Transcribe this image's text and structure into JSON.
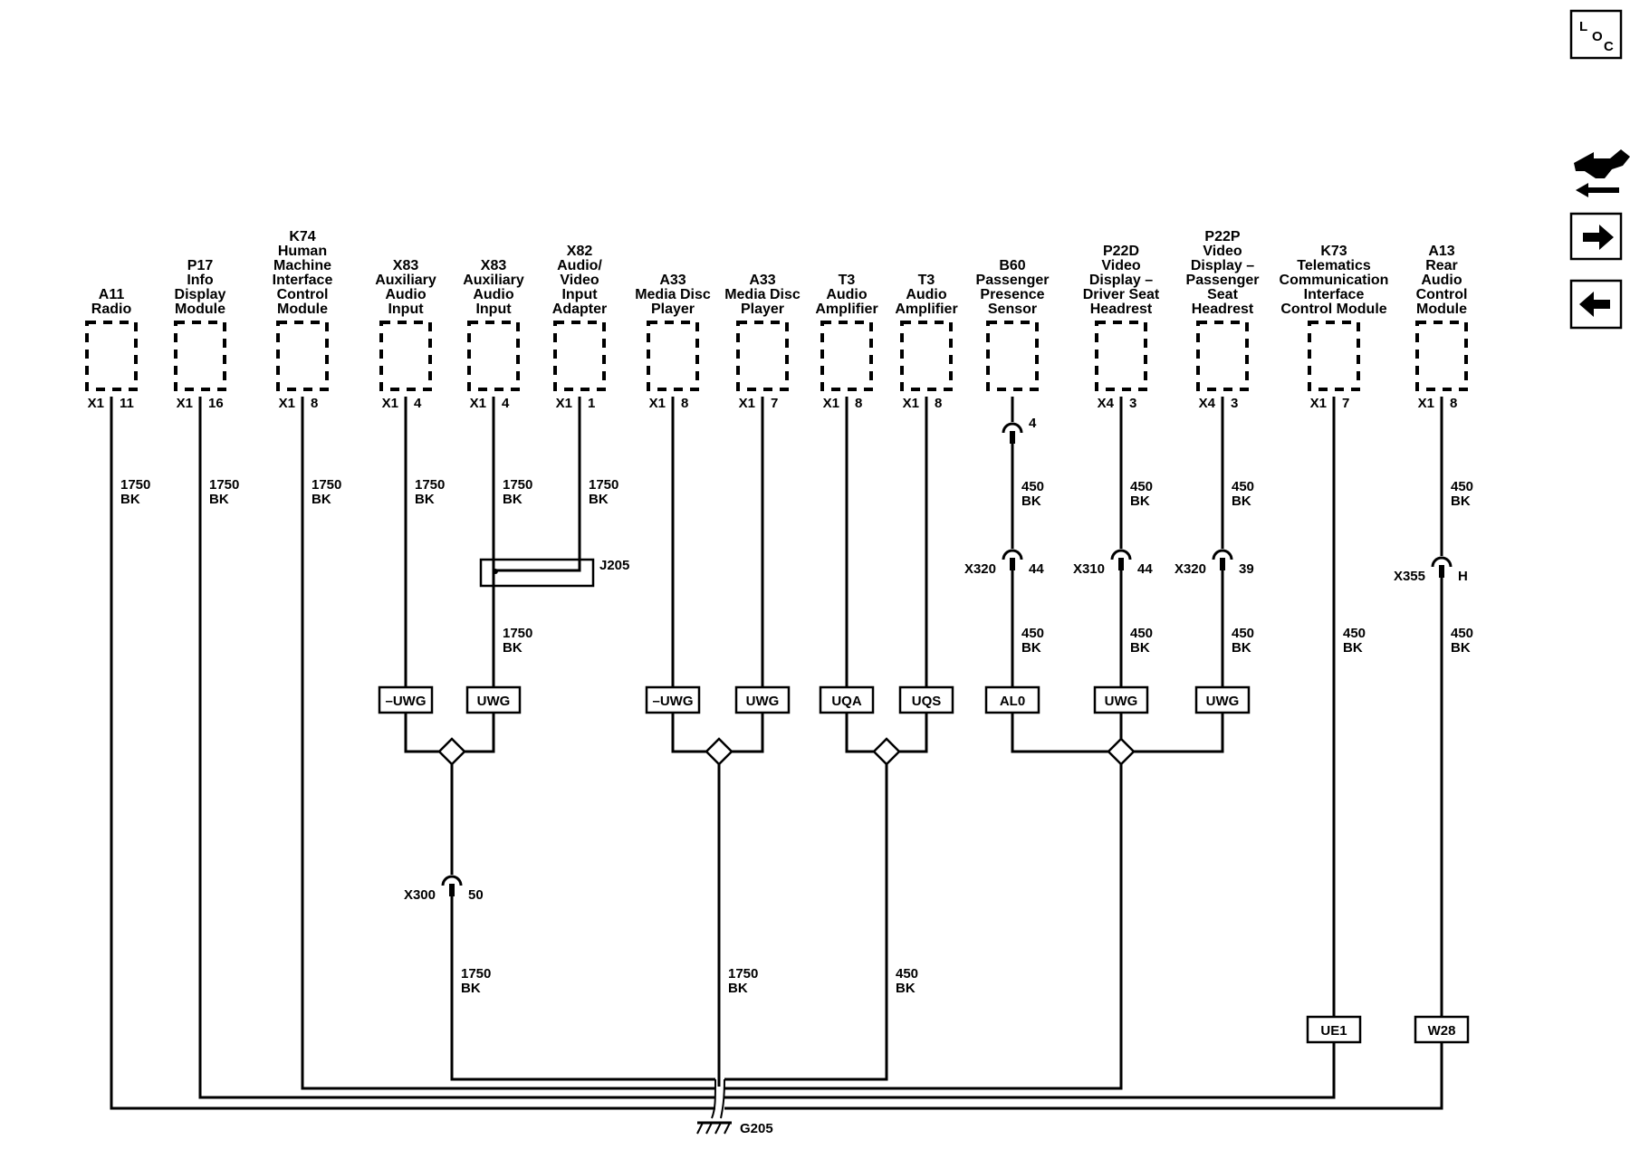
{
  "nav": {
    "loc_icon_letters": [
      "L",
      "O",
      "C"
    ],
    "buttons": [
      "swap-icon",
      "arrow-right-icon",
      "arrow-left-icon"
    ]
  },
  "components": [
    {
      "id": "a11",
      "title": [
        "A11",
        "Radio"
      ],
      "conn": "X1",
      "pin": "11"
    },
    {
      "id": "p17",
      "title": [
        "P17",
        "Info",
        "Display",
        "Module"
      ],
      "conn": "X1",
      "pin": "16"
    },
    {
      "id": "k74",
      "title": [
        "K74",
        "Human",
        "Machine",
        "Interface",
        "Control",
        "Module"
      ],
      "conn": "X1",
      "pin": "8"
    },
    {
      "id": "x83a",
      "title": [
        "X83",
        "Auxiliary",
        "Audio",
        "Input"
      ],
      "conn": "X1",
      "pin": "4"
    },
    {
      "id": "x83b",
      "title": [
        "X83",
        "Auxiliary",
        "Audio",
        "Input"
      ],
      "conn": "X1",
      "pin": "4"
    },
    {
      "id": "x82",
      "title": [
        "X82",
        "Audio/",
        "Video",
        "Input",
        "Adapter"
      ],
      "conn": "X1",
      "pin": "1"
    },
    {
      "id": "a33a",
      "title": [
        "A33",
        "Media Disc",
        "Player"
      ],
      "conn": "X1",
      "pin": "8"
    },
    {
      "id": "a33b",
      "title": [
        "A33",
        "Media Disc",
        "Player"
      ],
      "conn": "X1",
      "pin": "7"
    },
    {
      "id": "t3a",
      "title": [
        "T3",
        "Audio",
        "Amplifier"
      ],
      "conn": "X1",
      "pin": "8"
    },
    {
      "id": "t3b",
      "title": [
        "T3",
        "Audio",
        "Amplifier"
      ],
      "conn": "X1",
      "pin": "8"
    },
    {
      "id": "b60",
      "title": [
        "B60",
        "Passenger",
        "Presence",
        "Sensor"
      ],
      "conn": "",
      "pin": ""
    },
    {
      "id": "p22d",
      "title": [
        "P22D",
        "Video",
        "Display –",
        "Driver Seat",
        "Headrest"
      ],
      "conn": "X4",
      "pin": "3"
    },
    {
      "id": "p22p",
      "title": [
        "P22P",
        "Video",
        "Display –",
        "Passenger",
        "Seat",
        "Headrest"
      ],
      "conn": "X4",
      "pin": "3"
    },
    {
      "id": "k73",
      "title": [
        "K73",
        "Telematics",
        "Communication",
        "Interface",
        "Control Module"
      ],
      "conn": "X1",
      "pin": "7"
    },
    {
      "id": "a13",
      "title": [
        "A13",
        "Rear",
        "Audio",
        "Control",
        "Module"
      ],
      "conn": "X1",
      "pin": "8"
    }
  ],
  "wire_labels": {
    "w1750": [
      "1750",
      "BK"
    ],
    "w450": [
      "450",
      "BK"
    ]
  },
  "inline_connectors": [
    {
      "id": "b60-pin",
      "left": "",
      "right": "4"
    },
    {
      "id": "x320a",
      "left": "X320",
      "right": "44"
    },
    {
      "id": "x310",
      "left": "X310",
      "right": "44"
    },
    {
      "id": "x320b",
      "left": "X320",
      "right": "39"
    },
    {
      "id": "x355",
      "left": "X355",
      "right": "H"
    },
    {
      "id": "x300",
      "left": "X300",
      "right": "50"
    }
  ],
  "splice": {
    "label": "J205"
  },
  "option_codes": [
    "–UWG",
    "UWG",
    "–UWG",
    "UWG",
    "UQA",
    "UQS",
    "AL0",
    "UWG",
    "UWG",
    "UE1",
    "W28"
  ],
  "ground": {
    "label": "G205"
  }
}
